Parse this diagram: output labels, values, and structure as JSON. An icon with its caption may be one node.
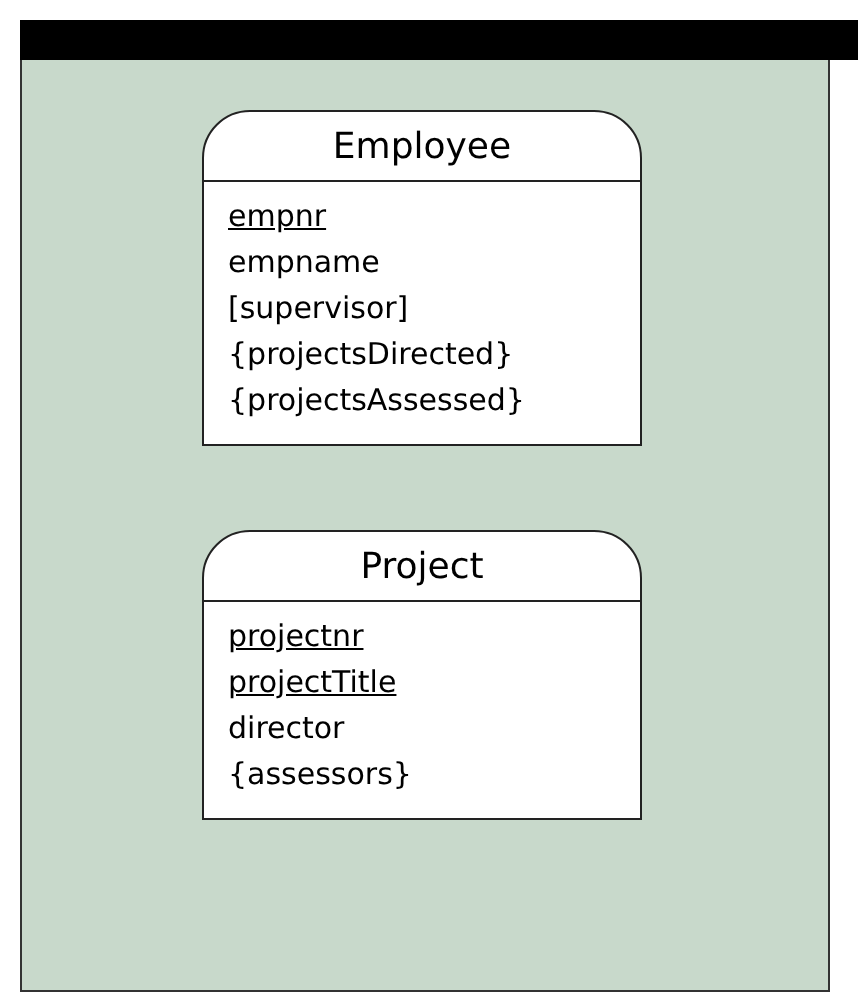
{
  "diagram": {
    "nodes": [
      {
        "text": [
          "Employee",
          "empnr",
          "empname",
          "[supervisor]",
          "{projectsDirected}",
          "{projectsAssessed}"
        ]
      },
      {
        "text": [
          "Project",
          "projectnr",
          "projectTitle",
          "director",
          "{assessors}"
        ]
      }
    ],
    "edges": []
  }
}
